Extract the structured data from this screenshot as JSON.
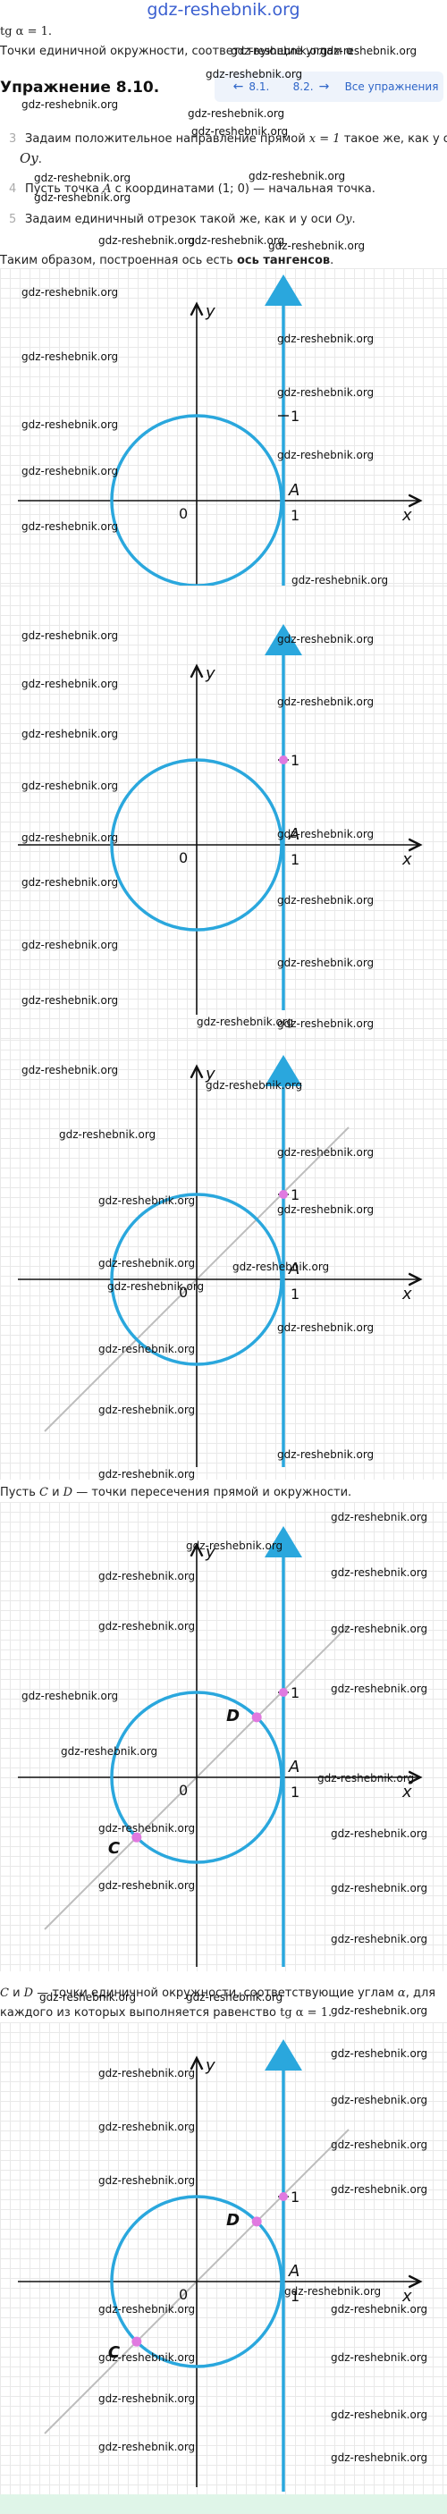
{
  "watermark": "gdz-reshebnik.org",
  "header": {
    "site": "gdz-reshebnik.org",
    "tg_math": "tg α = 1.",
    "intro": "Точки единичной окружности, соответствующие углам α",
    "title": "Упражнение 8.10.",
    "nav": {
      "prev_label": "8.1.",
      "next_label": "8.2.",
      "all_label": "Все упражнения"
    }
  },
  "steps": [
    {
      "num": "3",
      "pre": "Задаим положительное направление прямой ",
      "math": "x = 1",
      "post": " такое же, как у оси"
    },
    {
      "num": "",
      "pre": "",
      "math": "Oy",
      "post": "."
    },
    {
      "num": "4",
      "pre": "Пусть точка ",
      "math": "A",
      "post": " с координатами (1; 0) — начальная точка."
    },
    {
      "num": "5",
      "pre": "Задаим единичный отрезок такой же, как и у оси ",
      "math": "Oy",
      "post": "."
    }
  ],
  "conclusion": {
    "pre": "Таким образом, построенная ось есть ",
    "bold": "ось тангенсов",
    "post": "."
  },
  "between_text_1": {
    "pre": "Пусть ",
    "m1": "C",
    "mid": " и ",
    "m2": "D",
    "post": " — точки пересечения прямой и окружности."
  },
  "between_text_2": {
    "l1_pre": "",
    "l1_m1": "C",
    "l1_mid": " и ",
    "l1_m2": "D",
    "l1_post": " — точки единичной окружности, соответствующие углам ",
    "l1_m3": "α",
    "l1_end": ", для",
    "l2": "каждого из которых выполняется равенство ",
    "l2_math": "tg α = 1."
  },
  "labels": {
    "x": "x",
    "y": "y",
    "zero": "0",
    "one": "1",
    "A": "A",
    "C": "C",
    "D": "D"
  },
  "colors": {
    "circle": "#2aa7dd",
    "axis": "#111111",
    "tangent": "#2aa7dd",
    "line": "#bdbdbd",
    "point": "#e079e0",
    "link": "#2f66c8"
  },
  "figures": [
    {
      "id": "fig1",
      "show_point_one": false,
      "show_line": false,
      "show_cd": false
    },
    {
      "id": "fig2",
      "show_point_one": true,
      "show_line": false,
      "show_cd": false
    },
    {
      "id": "fig3",
      "show_point_one": true,
      "show_line": true,
      "show_cd": false
    },
    {
      "id": "fig4",
      "show_point_one": true,
      "show_line": true,
      "show_cd": true
    },
    {
      "id": "fig5",
      "show_point_one": true,
      "show_line": true,
      "show_cd": true
    }
  ]
}
